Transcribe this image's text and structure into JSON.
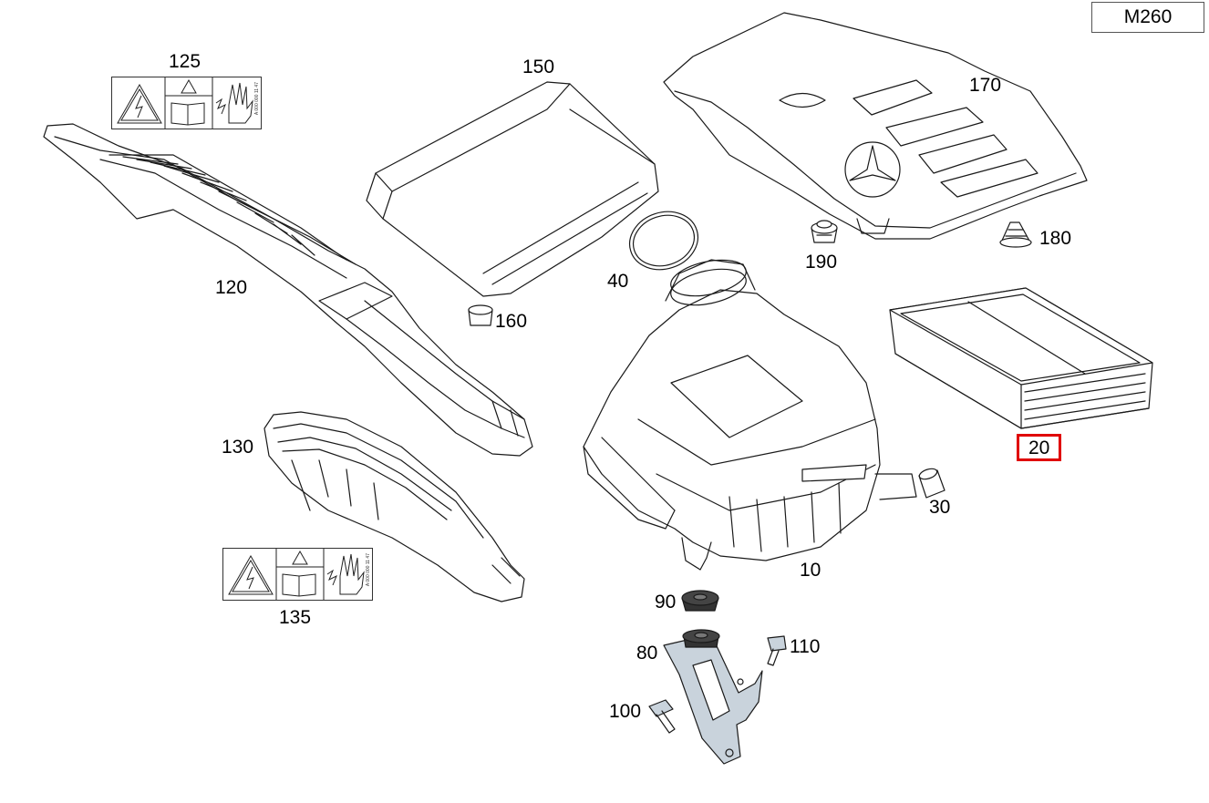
{
  "engine_code": "M260",
  "highlight_color": "#e00000",
  "parts_color": "#ffffff",
  "bracket_color": "#c9d3dc",
  "callouts": {
    "p10": "10",
    "p20": "20",
    "p30": "30",
    "p40": "40",
    "p80": "80",
    "p90": "90",
    "p100": "100",
    "p110": "110",
    "p120": "120",
    "p125": "125",
    "p130": "130",
    "p135": "135",
    "p150": "150",
    "p160": "160",
    "p170": "170",
    "p180": "180",
    "p190": "190"
  },
  "highlighted_part": "20",
  "warning_label_code": "A 000 000 11 47"
}
